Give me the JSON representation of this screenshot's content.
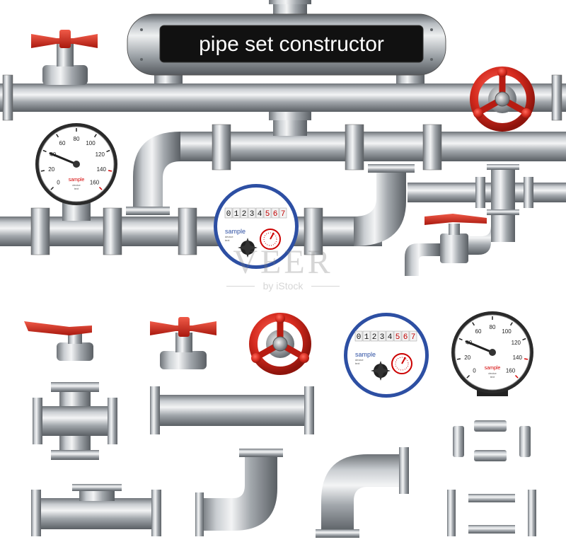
{
  "banner": {
    "title": "pipe set constructor"
  },
  "gauge": {
    "ticks": [
      "0",
      "20",
      "40",
      "60",
      "80",
      "100",
      "120",
      "140",
      "160"
    ],
    "label": "sample",
    "sublabel_1": "device",
    "sublabel_2": "text",
    "needle_value": 40,
    "max_value": 160
  },
  "water_meter": {
    "digits_black": [
      "0",
      "1",
      "2",
      "3",
      "4"
    ],
    "digits_red": [
      "5",
      "6",
      "7"
    ],
    "label": "sample",
    "sublabel_1": "device",
    "sublabel_2": "text"
  },
  "watermark": {
    "main": "VEER",
    "sub": "by iStock"
  },
  "colors": {
    "valve_red": "#d42a1e",
    "meter_blue": "#2d4fa3",
    "steel": "#9aa0a6"
  }
}
